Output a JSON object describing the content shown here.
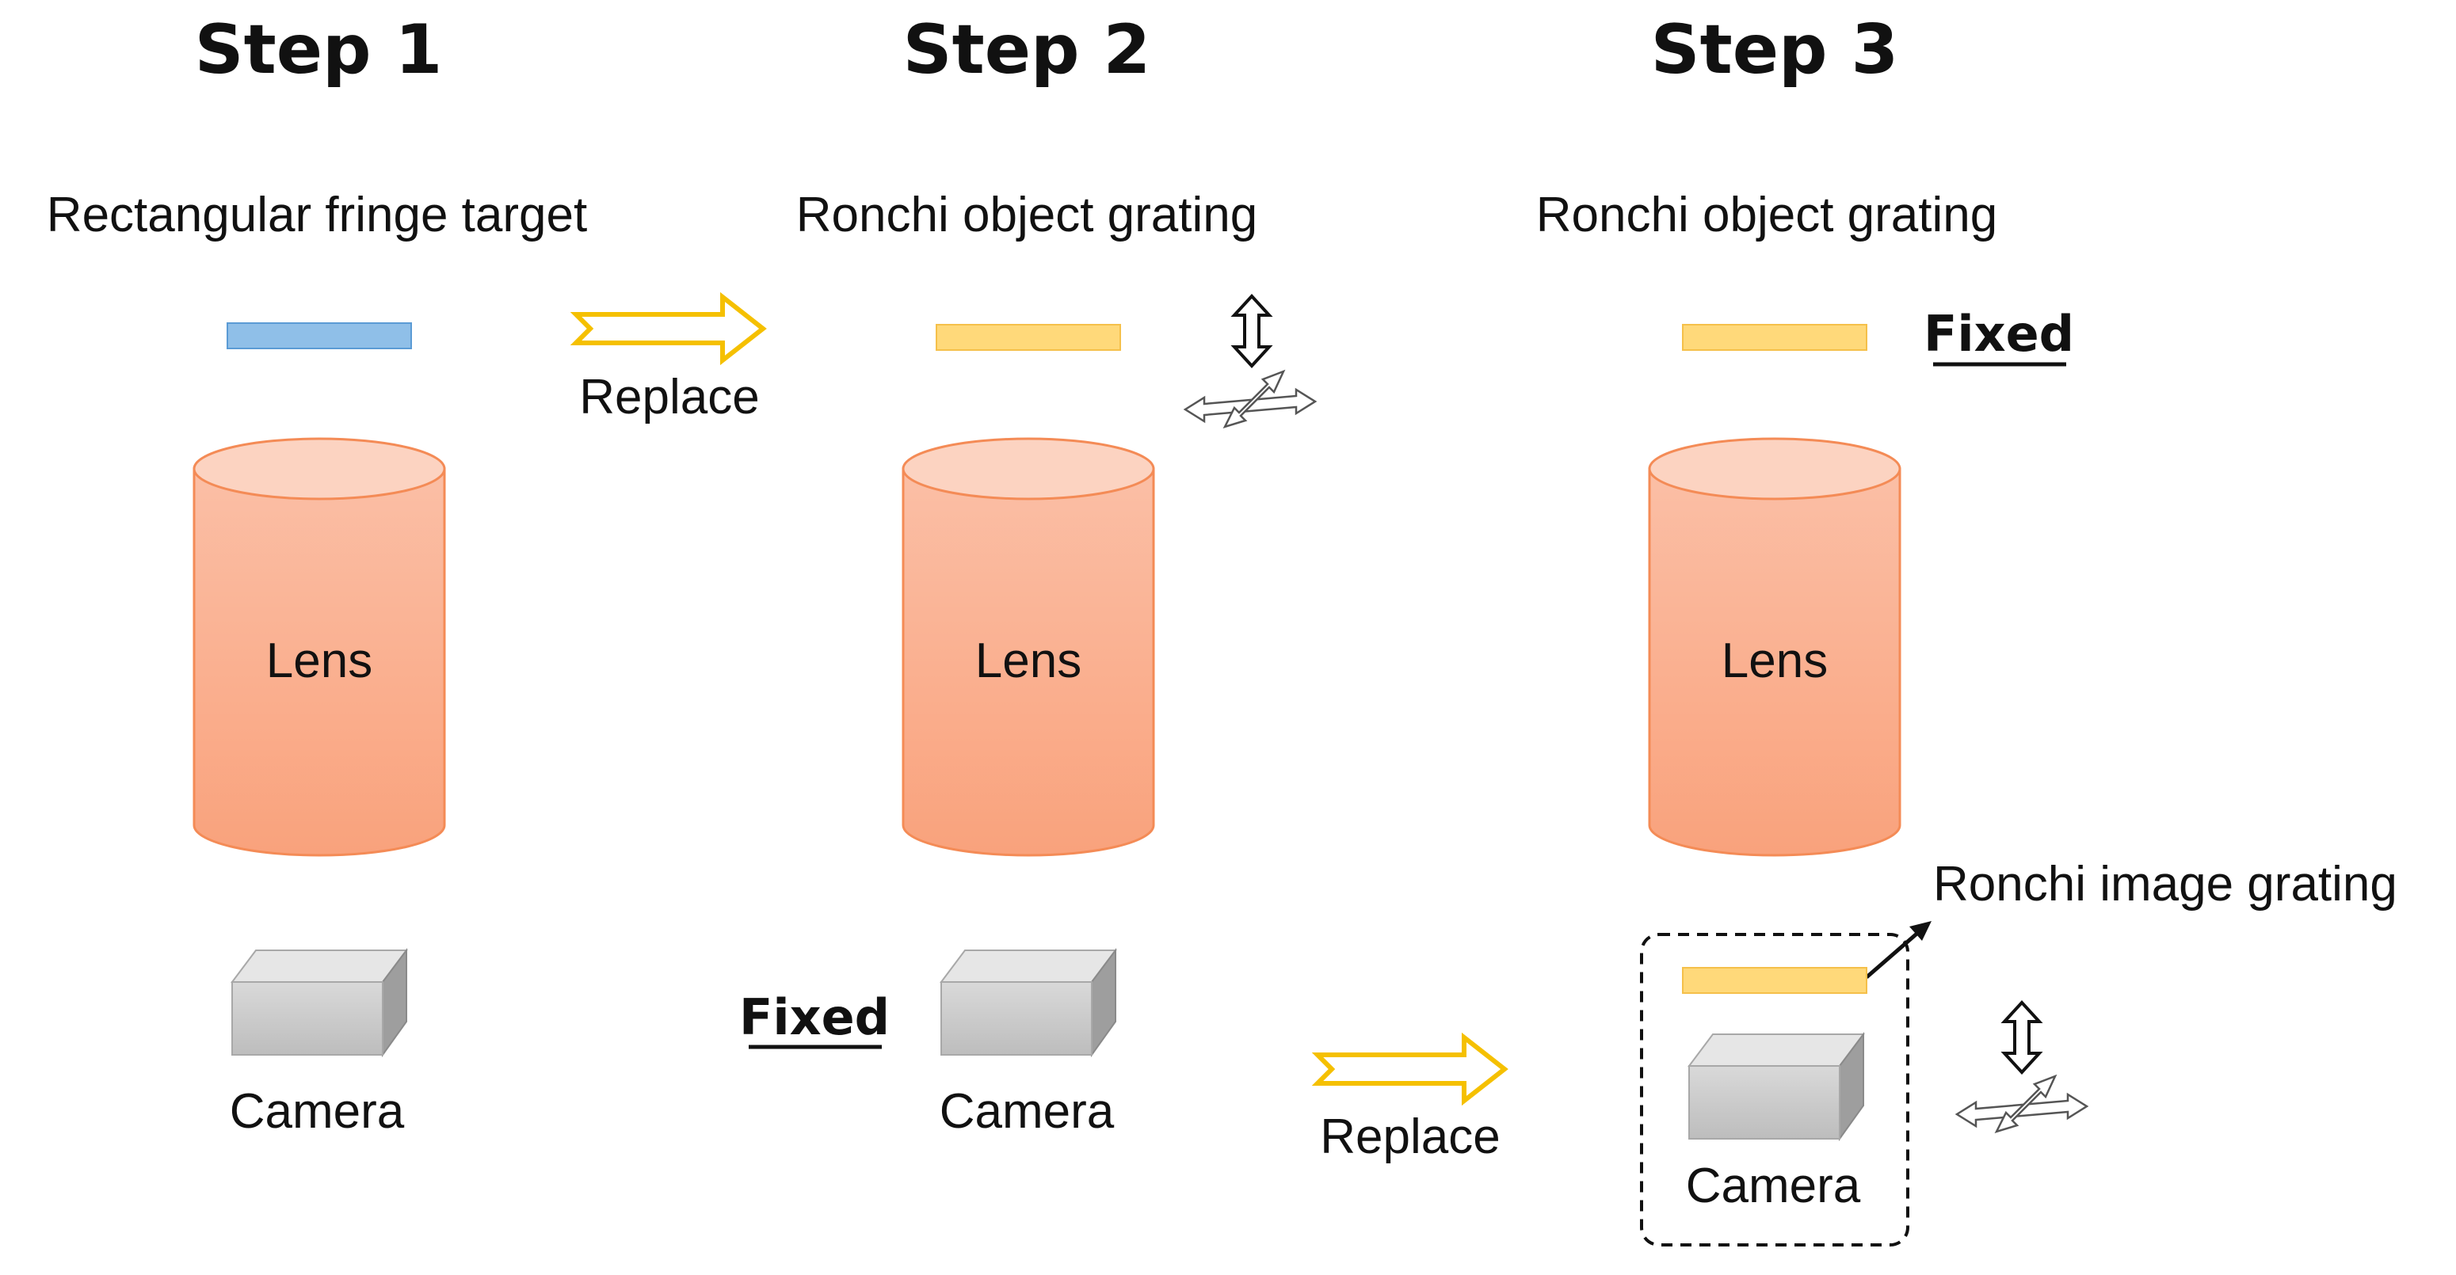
{
  "steps": [
    {
      "title": "Step 1",
      "target_label": "Rectangular fringe target",
      "lens_label": "Lens",
      "camera_label": "Camera"
    },
    {
      "title": "Step 2",
      "target_label": "Ronchi object grating",
      "lens_label": "Lens",
      "camera_label": "Camera",
      "fixed_label": "Fixed"
    },
    {
      "title": "Step 3",
      "target_label": "Ronchi object grating",
      "fixed_label": "Fixed",
      "lens_label": "Lens",
      "image_grating_label": "Ronchi image grating",
      "camera_label": "Camera"
    }
  ],
  "arrows": {
    "replace_1": "Replace",
    "replace_2": "Replace"
  },
  "colors": {
    "fringe_target": "#8fbfe8",
    "grating": "#ffd97a",
    "lens_top": "#fcd0bd",
    "lens_body_light": "#fbb89c",
    "lens_body_dark": "#f9a47f",
    "lens_stroke": "#f48b56",
    "camera": "#c8c8c8",
    "replace_arrow": "#f5c000"
  },
  "icons": {
    "vertical_motion": "double-arrow-vertical-icon",
    "planar_motion": "xy-motion-cross-icon"
  }
}
